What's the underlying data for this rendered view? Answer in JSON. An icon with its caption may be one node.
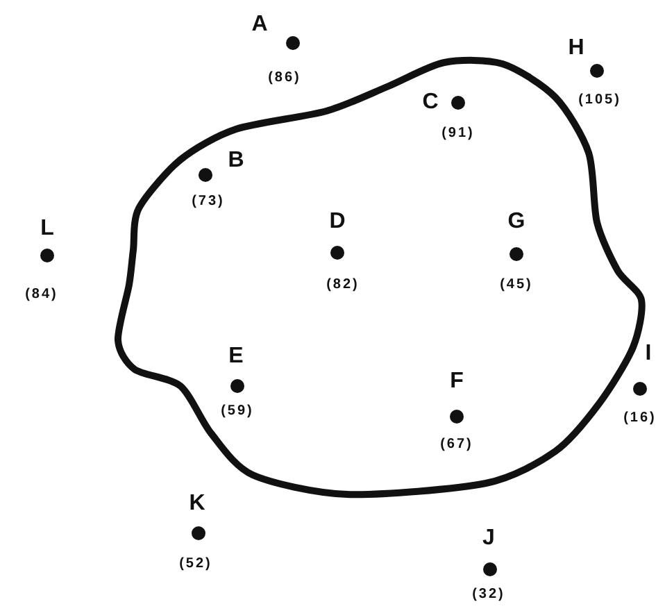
{
  "diagram": {
    "nodes": [
      {
        "text": [],
        "shape": "blob"
      },
      {
        "text": [
          "A",
          "(86)"
        ]
      },
      {
        "text": [
          "H",
          "(105)"
        ]
      },
      {
        "text": [
          "C",
          "(91)"
        ],
        "in": 0
      },
      {
        "text": [
          "B",
          "(73)"
        ],
        "in": 0
      },
      {
        "text": [
          "L",
          "(84)"
        ]
      },
      {
        "text": [
          "D",
          "(82)"
        ],
        "in": 0
      },
      {
        "text": [
          "G",
          "(45)"
        ],
        "in": 0
      },
      {
        "text": [
          "E",
          "(59)"
        ],
        "in": 0
      },
      {
        "text": [
          "F",
          "(67)"
        ],
        "in": 0
      },
      {
        "text": [
          "I",
          "(16)"
        ]
      },
      {
        "text": [
          "K",
          "(52)"
        ]
      },
      {
        "text": [
          "J",
          "(32)"
        ]
      }
    ]
  }
}
